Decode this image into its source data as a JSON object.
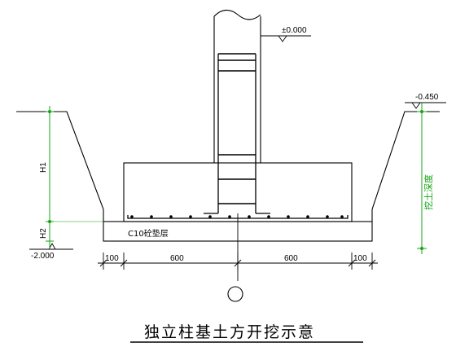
{
  "labels": {
    "elev_top": "±0.000",
    "elev_ground": "-0.450",
    "elev_bottom": "-2.000",
    "h1": "H1",
    "h2": "H2",
    "cushion": "C10砼垫层",
    "dig_depth": "挖土深度",
    "title": "独立柱基土方开挖示意"
  },
  "dimensions": [
    "100",
    "600",
    "600",
    "100"
  ],
  "colors": {
    "line": "#000000",
    "dimension": "#16a316",
    "background": "#ffffff"
  }
}
